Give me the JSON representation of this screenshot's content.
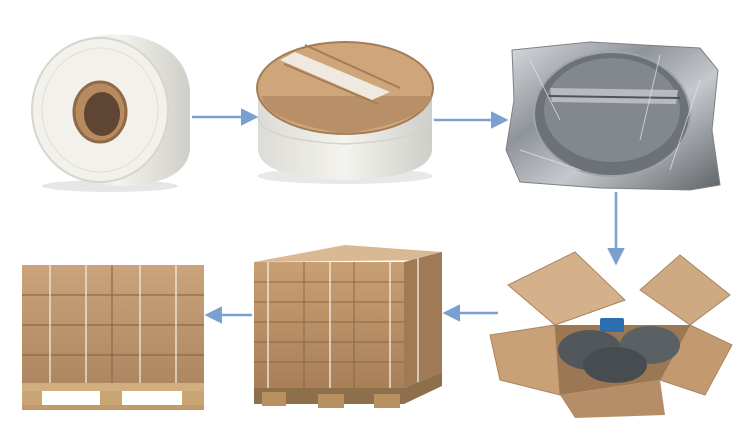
{
  "colors": {
    "background": "#ffffff",
    "arrow": "#7aa0cf",
    "kraft": "#c89e72",
    "kraft_dark": "#a8805a",
    "kraft_light": "#dcb88f",
    "roll_white": "#ecebe6",
    "roll_shadow": "#c9c8c2",
    "foil": "#8e9399",
    "foil_light": "#d7dadd",
    "foil_dark": "#4d5257",
    "pallet_wood": "#c9a575"
  },
  "scene": {
    "stage_1": "white-tape-roll",
    "stage_2": "roll-with-kraft-caps",
    "stage_3": "roll-in-foil-vacuum-bag",
    "stage_4": "open-carton-with-bagged-rolls",
    "stage_5": "wrapped-pallet-of-cartons",
    "stage_6": "pallet-of-cartons-side-view",
    "flow_icons": [
      "arrow-right-icon",
      "arrow-right-icon",
      "arrow-down-icon",
      "arrow-left-icon",
      "arrow-left-icon"
    ]
  }
}
